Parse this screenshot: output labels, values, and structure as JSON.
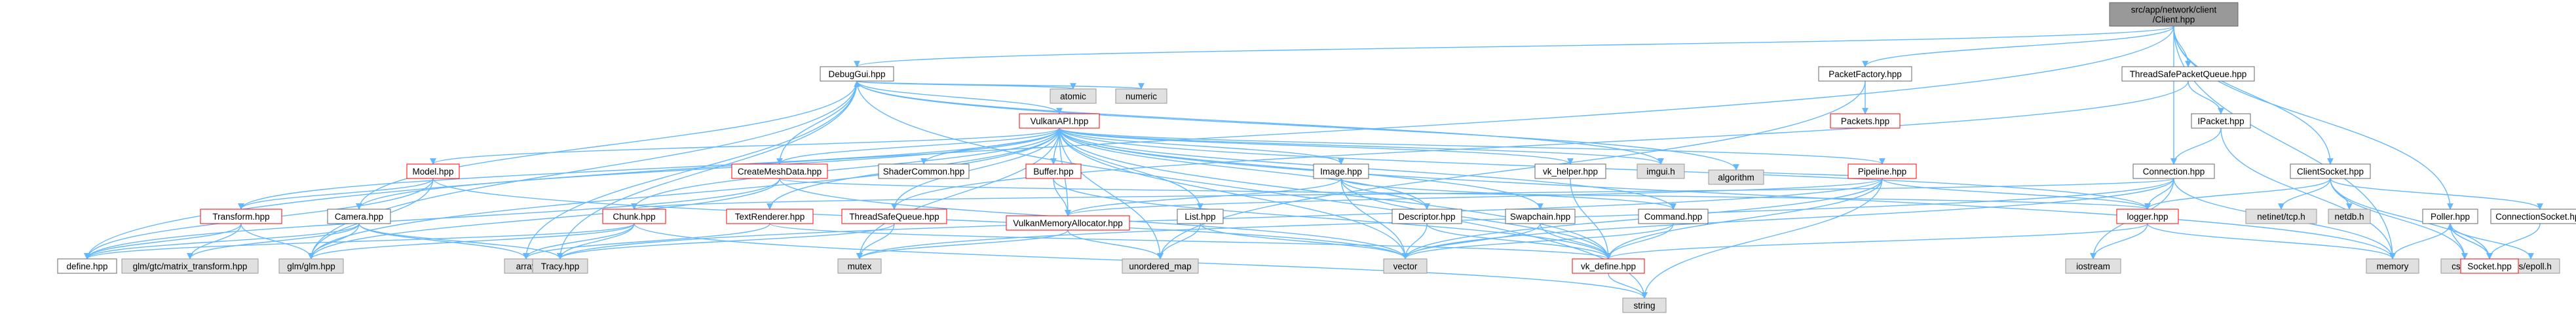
{
  "theme": {
    "edge": "#63b8ff",
    "node_fill": "#ffffff",
    "node_stroke": "#666666",
    "system_fill": "#e0e0e0",
    "system_stroke": "#999999",
    "root_fill": "#999999",
    "root_stroke": "#666666",
    "text": "#000000",
    "linked_text": "#000000",
    "red_stroke": "#ff0000"
  },
  "nodes": [
    {
      "id": "root",
      "lines": [
        "src/app/network/client",
        "/Client.hpp"
      ],
      "kind": "root"
    },
    {
      "id": "debuggui",
      "lines": [
        "DebugGui.hpp"
      ],
      "kind": "normal"
    },
    {
      "id": "packetfactory",
      "lines": [
        "PacketFactory.hpp"
      ],
      "kind": "normal"
    },
    {
      "id": "threadsafepacketqueue",
      "lines": [
        "ThreadSafePacketQueue.hpp"
      ],
      "kind": "normal"
    },
    {
      "id": "vulkanapi",
      "lines": [
        "VulkanAPI.hpp"
      ],
      "kind": "red"
    },
    {
      "id": "atomic",
      "lines": [
        "atomic"
      ],
      "kind": "system"
    },
    {
      "id": "numeric",
      "lines": [
        "numeric"
      ],
      "kind": "system"
    },
    {
      "id": "packets",
      "lines": [
        "Packets.hpp"
      ],
      "kind": "red"
    },
    {
      "id": "ipacket",
      "lines": [
        "IPacket.hpp"
      ],
      "kind": "normal"
    },
    {
      "id": "model",
      "lines": [
        "Model.hpp"
      ],
      "kind": "red"
    },
    {
      "id": "createmeshdata",
      "lines": [
        "CreateMeshData.hpp"
      ],
      "kind": "red"
    },
    {
      "id": "shadercommon",
      "lines": [
        "ShaderCommon.hpp"
      ],
      "kind": "normal"
    },
    {
      "id": "buffer",
      "lines": [
        "Buffer.hpp"
      ],
      "kind": "red"
    },
    {
      "id": "image",
      "lines": [
        "Image.hpp"
      ],
      "kind": "normal"
    },
    {
      "id": "vkhelper",
      "lines": [
        "vk_helper.hpp"
      ],
      "kind": "normal"
    },
    {
      "id": "imgui",
      "lines": [
        "imgui.h"
      ],
      "kind": "system"
    },
    {
      "id": "pipeline",
      "lines": [
        "Pipeline.hpp"
      ],
      "kind": "red"
    },
    {
      "id": "connection",
      "lines": [
        "Connection.hpp"
      ],
      "kind": "normal"
    },
    {
      "id": "clientsocket",
      "lines": [
        "ClientSocket.hpp"
      ],
      "kind": "normal"
    },
    {
      "id": "transform",
      "lines": [
        "Transform.hpp"
      ],
      "kind": "red"
    },
    {
      "id": "camera",
      "lines": [
        "Camera.hpp"
      ],
      "kind": "normal"
    },
    {
      "id": "chunk",
      "lines": [
        "Chunk.hpp"
      ],
      "kind": "red"
    },
    {
      "id": "textrenderer",
      "lines": [
        "TextRenderer.hpp"
      ],
      "kind": "red"
    },
    {
      "id": "threadsafequeue",
      "lines": [
        "ThreadSafeQueue.hpp"
      ],
      "kind": "red"
    },
    {
      "id": "vma",
      "lines": [
        "VulkanMemoryAllocator.hpp"
      ],
      "kind": "red"
    },
    {
      "id": "list",
      "lines": [
        "List.hpp"
      ],
      "kind": "normal"
    },
    {
      "id": "descriptor",
      "lines": [
        "Descriptor.hpp"
      ],
      "kind": "normal"
    },
    {
      "id": "swapchain",
      "lines": [
        "Swapchain.hpp"
      ],
      "kind": "normal"
    },
    {
      "id": "command",
      "lines": [
        "Command.hpp"
      ],
      "kind": "normal"
    },
    {
      "id": "algorithm",
      "lines": [
        "algorithm"
      ],
      "kind": "system"
    },
    {
      "id": "logger",
      "lines": [
        "logger.hpp"
      ],
      "kind": "red"
    },
    {
      "id": "netinettcp",
      "lines": [
        "netinet/tcp.h"
      ],
      "kind": "system"
    },
    {
      "id": "netdb",
      "lines": [
        "netdb.h"
      ],
      "kind": "system"
    },
    {
      "id": "poller",
      "lines": [
        "Poller.hpp"
      ],
      "kind": "normal"
    },
    {
      "id": "connectionsocket",
      "lines": [
        "ConnectionSocket.hpp"
      ],
      "kind": "normal"
    },
    {
      "id": "define",
      "lines": [
        "define.hpp"
      ],
      "kind": "normal"
    },
    {
      "id": "glmgtc",
      "lines": [
        "glm/gtc/matrix_transform.hpp"
      ],
      "kind": "system"
    },
    {
      "id": "glmglm",
      "lines": [
        "glm/glm.hpp"
      ],
      "kind": "system"
    },
    {
      "id": "array",
      "lines": [
        "array"
      ],
      "kind": "system"
    },
    {
      "id": "tracy",
      "lines": [
        "Tracy.hpp"
      ],
      "kind": "system"
    },
    {
      "id": "mutex",
      "lines": [
        "mutex"
      ],
      "kind": "system"
    },
    {
      "id": "unorderedmap",
      "lines": [
        "unordered_map"
      ],
      "kind": "system"
    },
    {
      "id": "vector",
      "lines": [
        "vector"
      ],
      "kind": "system"
    },
    {
      "id": "vkdefine",
      "lines": [
        "vk_define.hpp"
      ],
      "kind": "red"
    },
    {
      "id": "iostream",
      "lines": [
        "iostream"
      ],
      "kind": "system"
    },
    {
      "id": "memory",
      "lines": [
        "memory"
      ],
      "kind": "system"
    },
    {
      "id": "cstring",
      "lines": [
        "cstring"
      ],
      "kind": "system"
    },
    {
      "id": "sysepoll",
      "lines": [
        "sys/epoll.h"
      ],
      "kind": "system"
    },
    {
      "id": "socket",
      "lines": [
        "Socket.hpp"
      ],
      "kind": "red"
    },
    {
      "id": "string",
      "lines": [
        "string"
      ],
      "kind": "system"
    }
  ],
  "edges": [
    [
      "root",
      "debuggui"
    ],
    [
      "root",
      "packetfactory"
    ],
    [
      "root",
      "threadsafepacketqueue"
    ],
    [
      "root",
      "connection"
    ],
    [
      "root",
      "clientsocket"
    ],
    [
      "root",
      "poller"
    ],
    [
      "root",
      "define"
    ],
    [
      "root",
      "memory"
    ],
    [
      "debuggui",
      "vulkanapi"
    ],
    [
      "debuggui",
      "atomic"
    ],
    [
      "debuggui",
      "numeric"
    ],
    [
      "debuggui",
      "camera"
    ],
    [
      "debuggui",
      "imgui"
    ],
    [
      "debuggui",
      "glmglm"
    ],
    [
      "debuggui",
      "array"
    ],
    [
      "debuggui",
      "tracy"
    ],
    [
      "debuggui",
      "string"
    ],
    [
      "debuggui",
      "algorithm"
    ],
    [
      "packetfactory",
      "packets"
    ],
    [
      "packetfactory",
      "unorderedmap"
    ],
    [
      "threadsafepacketqueue",
      "ipacket"
    ],
    [
      "threadsafepacketqueue",
      "threadsafequeue"
    ],
    [
      "ipacket",
      "connection"
    ],
    [
      "ipacket",
      "memory"
    ],
    [
      "vulkanapi",
      "model"
    ],
    [
      "vulkanapi",
      "createmeshdata"
    ],
    [
      "vulkanapi",
      "shadercommon"
    ],
    [
      "vulkanapi",
      "buffer"
    ],
    [
      "vulkanapi",
      "image"
    ],
    [
      "vulkanapi",
      "vkhelper"
    ],
    [
      "vulkanapi",
      "imgui"
    ],
    [
      "vulkanapi",
      "pipeline"
    ],
    [
      "vulkanapi",
      "transform"
    ],
    [
      "vulkanapi",
      "camera"
    ],
    [
      "vulkanapi",
      "chunk"
    ],
    [
      "vulkanapi",
      "textrenderer"
    ],
    [
      "vulkanapi",
      "threadsafequeue"
    ],
    [
      "vulkanapi",
      "vma"
    ],
    [
      "vulkanapi",
      "list"
    ],
    [
      "vulkanapi",
      "descriptor"
    ],
    [
      "vulkanapi",
      "swapchain"
    ],
    [
      "vulkanapi",
      "command"
    ],
    [
      "vulkanapi",
      "vkdefine"
    ],
    [
      "vulkanapi",
      "vector"
    ],
    [
      "vulkanapi",
      "mutex"
    ],
    [
      "vulkanapi",
      "unorderedmap"
    ],
    [
      "vulkanapi",
      "memory"
    ],
    [
      "vulkanapi",
      "glmglm"
    ],
    [
      "vulkanapi",
      "logger"
    ],
    [
      "model",
      "transform"
    ],
    [
      "model",
      "define"
    ],
    [
      "model",
      "glmglm"
    ],
    [
      "model",
      "vector"
    ],
    [
      "createmeshdata",
      "debuggui"
    ],
    [
      "createmeshdata",
      "define"
    ],
    [
      "createmeshdata",
      "glmglm"
    ],
    [
      "createmeshdata",
      "vector"
    ],
    [
      "createmeshdata",
      "logger"
    ],
    [
      "buffer",
      "vma"
    ],
    [
      "buffer",
      "vkdefine"
    ],
    [
      "image",
      "vma"
    ],
    [
      "image",
      "vkdefine"
    ],
    [
      "image",
      "vector"
    ],
    [
      "image",
      "command"
    ],
    [
      "image",
      "descriptor"
    ],
    [
      "vkhelper",
      "vkdefine"
    ],
    [
      "pipeline",
      "vkdefine"
    ],
    [
      "pipeline",
      "vector"
    ],
    [
      "pipeline",
      "string"
    ],
    [
      "pipeline",
      "logger"
    ],
    [
      "pipeline",
      "algorithm"
    ],
    [
      "pipeline",
      "vma"
    ],
    [
      "pipeline",
      "tracy"
    ],
    [
      "connection",
      "logger"
    ],
    [
      "connection",
      "iostream"
    ],
    [
      "connection",
      "memory"
    ],
    [
      "connection",
      "vector"
    ],
    [
      "connection",
      "mutex"
    ],
    [
      "connection",
      "chunk"
    ],
    [
      "clientsocket",
      "netinettcp"
    ],
    [
      "clientsocket",
      "netdb"
    ],
    [
      "clientsocket",
      "socket"
    ],
    [
      "clientsocket",
      "logger"
    ],
    [
      "clientsocket",
      "cstring"
    ],
    [
      "clientsocket",
      "connectionsocket"
    ],
    [
      "transform",
      "define"
    ],
    [
      "transform",
      "glmgtc"
    ],
    [
      "transform",
      "glmglm"
    ],
    [
      "camera",
      "define"
    ],
    [
      "camera",
      "glmgtc"
    ],
    [
      "camera",
      "glmglm"
    ],
    [
      "camera",
      "array"
    ],
    [
      "camera",
      "tracy"
    ],
    [
      "chunk",
      "define"
    ],
    [
      "chunk",
      "array"
    ],
    [
      "chunk",
      "tracy"
    ],
    [
      "chunk",
      "glmglm"
    ],
    [
      "chunk",
      "string"
    ],
    [
      "textrenderer",
      "array"
    ],
    [
      "textrenderer",
      "vkdefine"
    ],
    [
      "threadsafequeue",
      "mutex"
    ],
    [
      "threadsafequeue",
      "tracy"
    ],
    [
      "vma",
      "mutex"
    ],
    [
      "vma",
      "unorderedmap"
    ],
    [
      "list",
      "unorderedmap"
    ],
    [
      "list",
      "vector"
    ],
    [
      "descriptor",
      "vkdefine"
    ],
    [
      "descriptor",
      "vector"
    ],
    [
      "swapchain",
      "vkdefine"
    ],
    [
      "swapchain",
      "vector"
    ],
    [
      "command",
      "vkdefine"
    ],
    [
      "command",
      "vector"
    ],
    [
      "logger",
      "iostream"
    ],
    [
      "logger",
      "memory"
    ],
    [
      "logger",
      "vkdefine"
    ],
    [
      "poller",
      "sysepoll"
    ],
    [
      "poller",
      "socket"
    ],
    [
      "poller",
      "memory"
    ],
    [
      "poller",
      "cstring"
    ],
    [
      "connectionsocket",
      "socket"
    ],
    [
      "socket",
      "poller"
    ],
    [
      "vkdefine",
      "string"
    ]
  ]
}
